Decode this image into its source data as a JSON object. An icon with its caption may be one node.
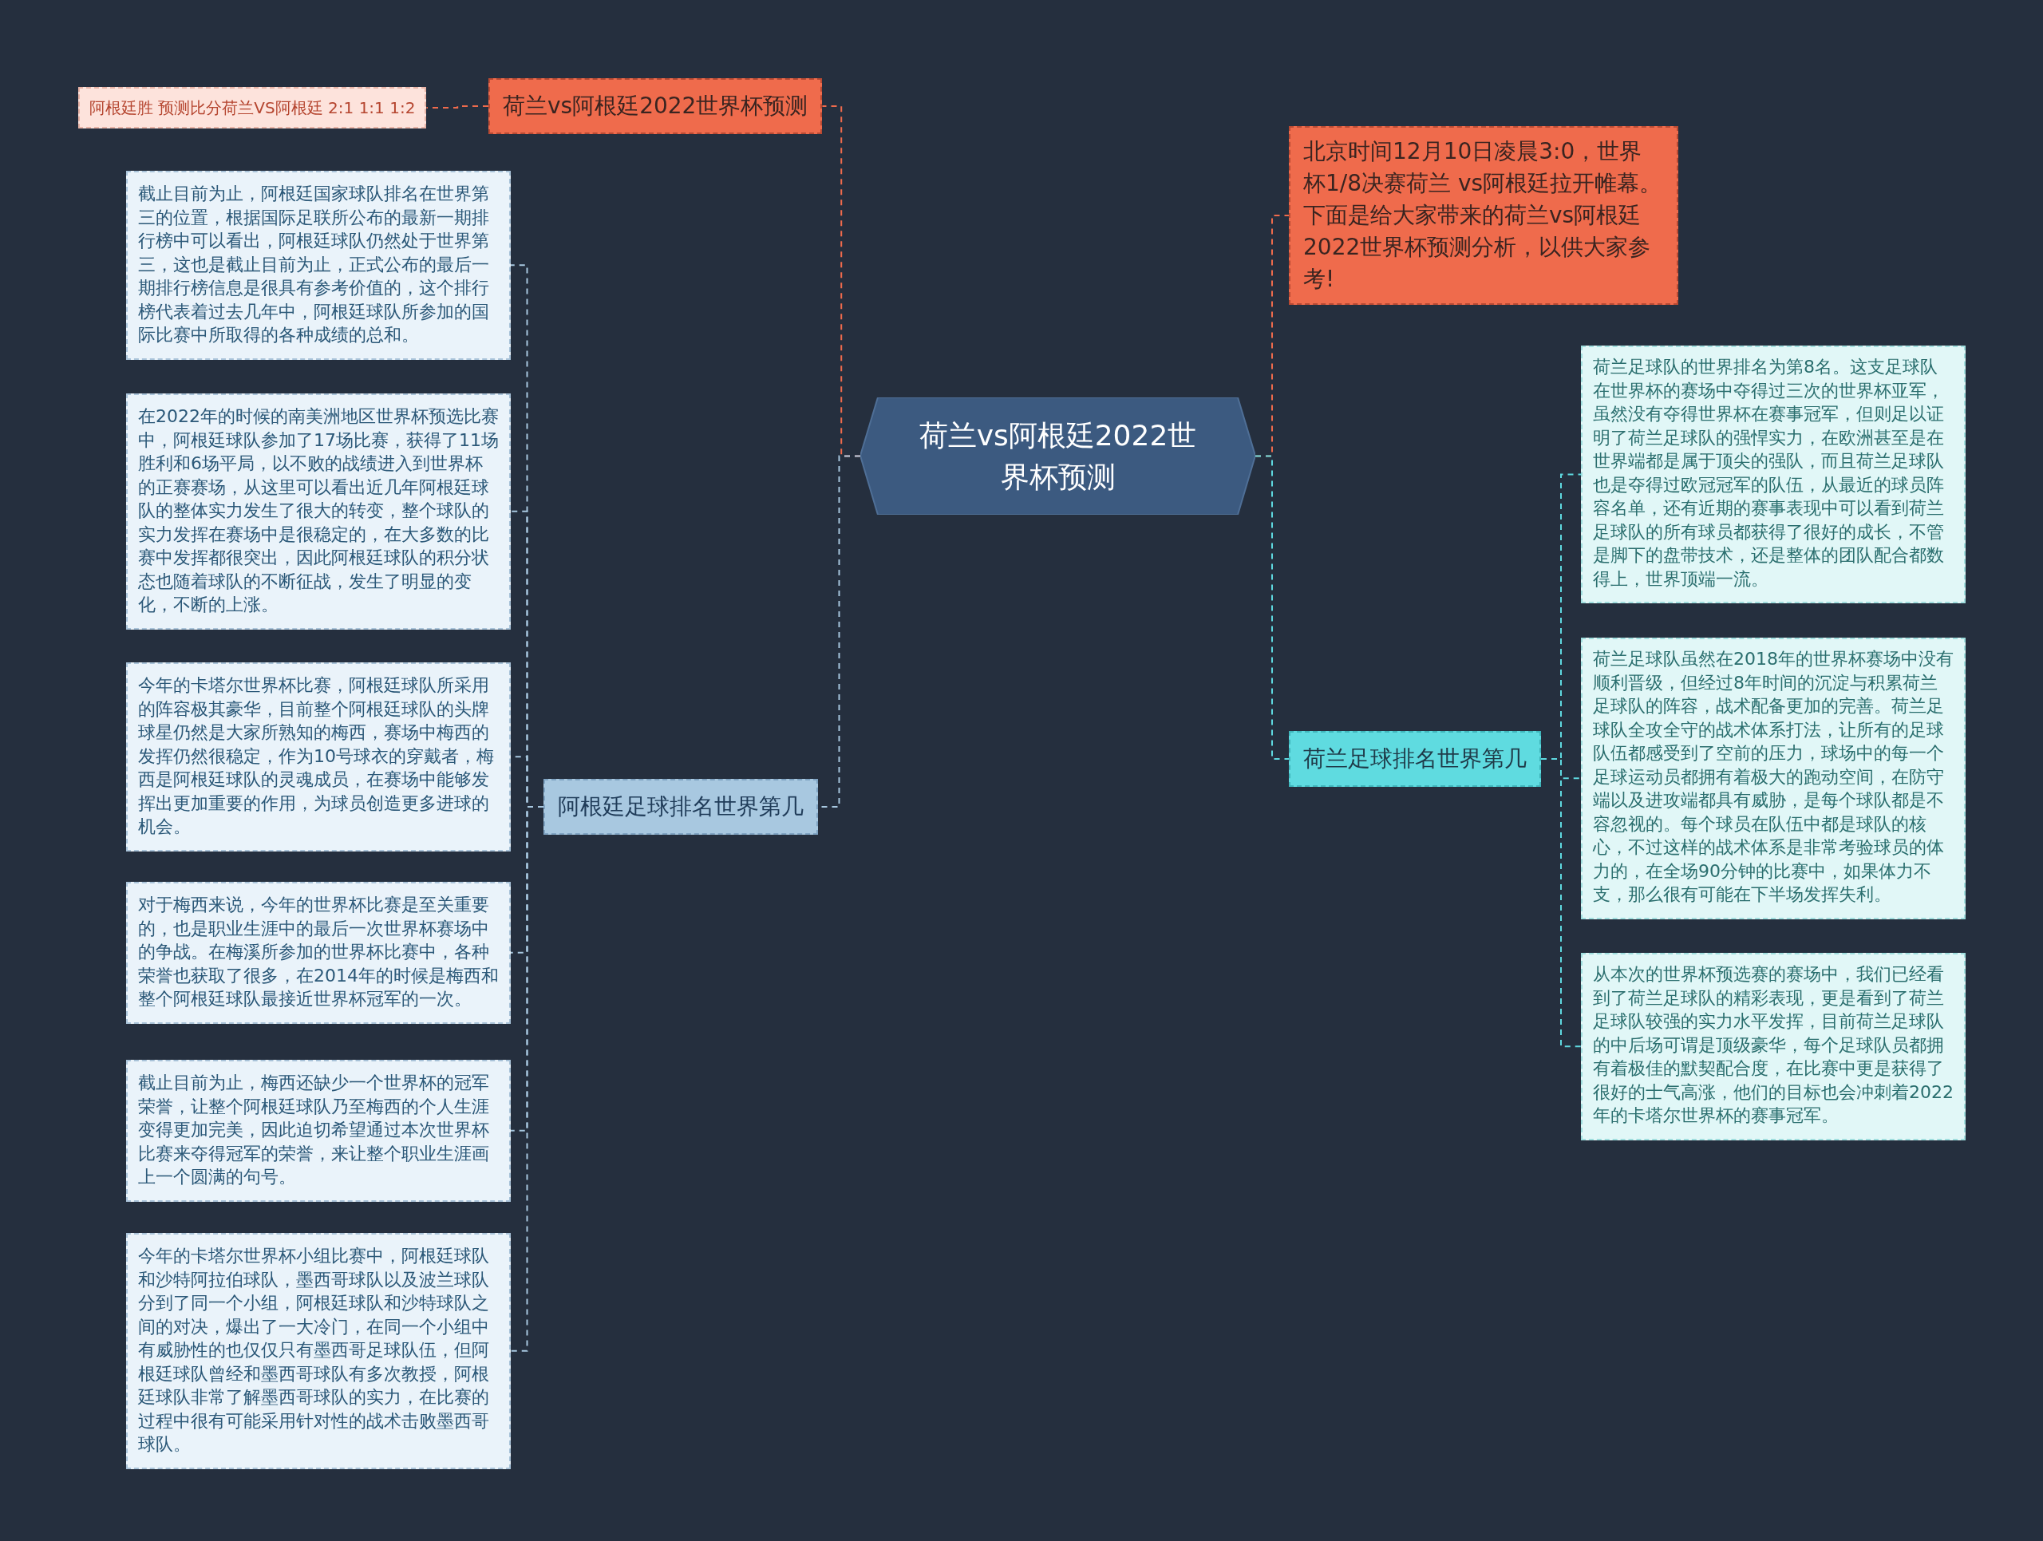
{
  "diagram": {
    "nodes": [
      {
        "text": [
          "荷兰vs阿根廷2022世界杯预测"
        ]
      },
      {
        "text": [
          "荷兰vs阿根廷2022世界杯预测"
        ]
      },
      {
        "text": [
          "阿根廷胜 预测比分荷兰VS阿根廷 2:1 1:1 1:2"
        ]
      },
      {
        "text": [
          "阿根廷足球排名世界第几"
        ]
      },
      {
        "text": [
          "截止目前为止，阿根廷国家球队排名在世界第三的位置，根据国际足联所公布的最新一期排行榜中可以看出，阿根廷球队仍然处于世界第三，这也是截止目前为止，正式公布的最后一期排行榜信息是很具有参考价值的，这个排行榜代表着过去几年中，阿根廷球队所参加的国际比赛中所取得的各种成绩的总和。"
        ]
      },
      {
        "text": [
          "在2022年的时候的南美洲地区世界杯预选比赛中，阿根廷球队参加了17场比赛，获得了11场胜利和6场平局，以不败的战绩进入到世界杯的正赛赛场，从这里可以看出近几年阿根廷球队的整体实力发生了很大的转变，整个球队的实力发挥在赛场中是很稳定的，在大多数的比赛中发挥都很突出，因此阿根廷球队的积分状态也随着球队的不断征战，发生了明显的变化，不断的上涨。"
        ]
      },
      {
        "text": [
          "今年的卡塔尔世界杯比赛，阿根廷球队所采用的阵容极其豪华，目前整个阿根廷球队的头牌球星仍然是大家所熟知的梅西，赛场中梅西的发挥仍然很稳定，作为10号球衣的穿戴者，梅西是阿根廷球队的灵魂成员，在赛场中能够发挥出更加重要的作用，为球员创造更多进球的机会。"
        ]
      },
      {
        "text": [
          "对于梅西来说，今年的世界杯比赛是至关重要的，也是职业生涯中的最后一次世界杯赛场中的争战。在梅溪所参加的世界杯比赛中，各种荣誉也获取了很多，在2014年的时候是梅西和整个阿根廷球队最接近世界杯冠军的一次。"
        ]
      },
      {
        "text": [
          "截止目前为止，梅西还缺少一个世界杯的冠军荣誉，让整个阿根廷球队乃至梅西的个人生涯变得更加完美，因此迫切希望通过本次世界杯比赛来夺得冠军的荣誉，来让整个职业生涯画上一个圆满的句号。"
        ]
      },
      {
        "text": [
          "今年的卡塔尔世界杯小组比赛中，阿根廷球队和沙特阿拉伯球队，墨西哥球队以及波兰球队分到了同一个小组，阿根廷球队和沙特球队之间的对决，爆出了一大冷门，在同一个小组中有威胁性的也仅仅只有墨西哥足球队伍，但阿根廷球队曾经和墨西哥球队有多次教授，阿根廷球队非常了解墨西哥球队的实力，在比赛的过程中很有可能采用针对性的战术击败墨西哥球队。"
        ]
      },
      {
        "text": [
          "北京时间12月10日凌晨3:0，世界杯1/8决赛荷兰 vs阿根廷拉开帷幕。下面是给大家带来的荷兰vs阿根廷2022世界杯预测分析，以供大家参考!"
        ]
      },
      {
        "text": [
          "荷兰足球排名世界第几"
        ]
      },
      {
        "text": [
          "荷兰足球队的世界排名为第8名。这支足球队在世界杯的赛场中夺得过三次的世界杯亚军，虽然没有夺得世界杯在赛事冠军，但则足以证明了荷兰足球队的强悍实力，在欧洲甚至是在世界端都是属于顶尖的强队，而且荷兰足球队也是夺得过欧冠冠军的队伍，从最近的球员阵容名单，还有近期的赛事表现中可以看到荷兰足球队的所有球员都获得了很好的成长，不管是脚下的盘带技术，还是整体的团队配合都数得上，世界顶端一流。"
        ]
      },
      {
        "text": [
          "荷兰足球队虽然在2018年的世界杯赛场中没有顺利晋级，但经过8年时间的沉淀与积累荷兰足球队的阵容，战术配备更加的完善。荷兰足球队全攻全守的战术体系打法，让所有的足球队伍都感受到了空前的压力，球场中的每一个足球运动员都拥有着极大的跑动空间，在防守端以及进攻端都具有威胁，是每个球队都是不容忽视的。每个球员在队伍中都是球队的核心，不过这样的战术体系是非常考验球员的体力的，在全场90分钟的比赛中，如果体力不支，那么很有可能在下半场发挥失利。"
        ]
      },
      {
        "text": [
          "从本次的世界杯预选赛的赛场中，我们已经看到了荷兰足球队的精彩表现，更是看到了荷兰足球队较强的实力水平发挥，目前荷兰足球队的中后场可谓是顶级豪华，每个足球队员都拥有着极佳的默契配合度，在比赛中更是获得了很好的士气高涨，他们的目标也会冲刺着2022年的卡塔尔世界杯的赛事冠军。"
        ]
      }
    ],
    "edges": [
      {
        "from": 0,
        "to": 1,
        "arrow": "none",
        "style": "dashed",
        "color": "#ef6b4c"
      },
      {
        "from": 1,
        "to": 2,
        "arrow": "none",
        "style": "dashed",
        "color": "#ef6b4c"
      },
      {
        "from": 0,
        "to": 3,
        "arrow": "none",
        "style": "dashed"
      },
      {
        "from": 3,
        "to": 4,
        "arrow": "none",
        "style": "dashed"
      },
      {
        "from": 3,
        "to": 5,
        "arrow": "none",
        "style": "dashed"
      },
      {
        "from": 3,
        "to": 6,
        "arrow": "none",
        "style": "dashed"
      },
      {
        "from": 3,
        "to": 7,
        "arrow": "none",
        "style": "dashed"
      },
      {
        "from": 3,
        "to": 8,
        "arrow": "none",
        "style": "dashed"
      },
      {
        "from": 3,
        "to": 9,
        "arrow": "none",
        "style": "dashed"
      },
      {
        "from": 0,
        "to": 10,
        "arrow": "none",
        "style": "dashed",
        "color": "#ef6b4c"
      },
      {
        "from": 0,
        "to": 11,
        "arrow": "none",
        "style": "dashed",
        "color": "#5fd9e0"
      },
      {
        "from": 11,
        "to": 12,
        "arrow": "none",
        "style": "dashed",
        "color": "#5fd9e0"
      },
      {
        "from": 11,
        "to": 13,
        "arrow": "none",
        "style": "dashed",
        "color": "#5fd9e0"
      },
      {
        "from": 11,
        "to": 14,
        "arrow": "none",
        "style": "dashed",
        "color": "#5fd9e0"
      }
    ]
  }
}
